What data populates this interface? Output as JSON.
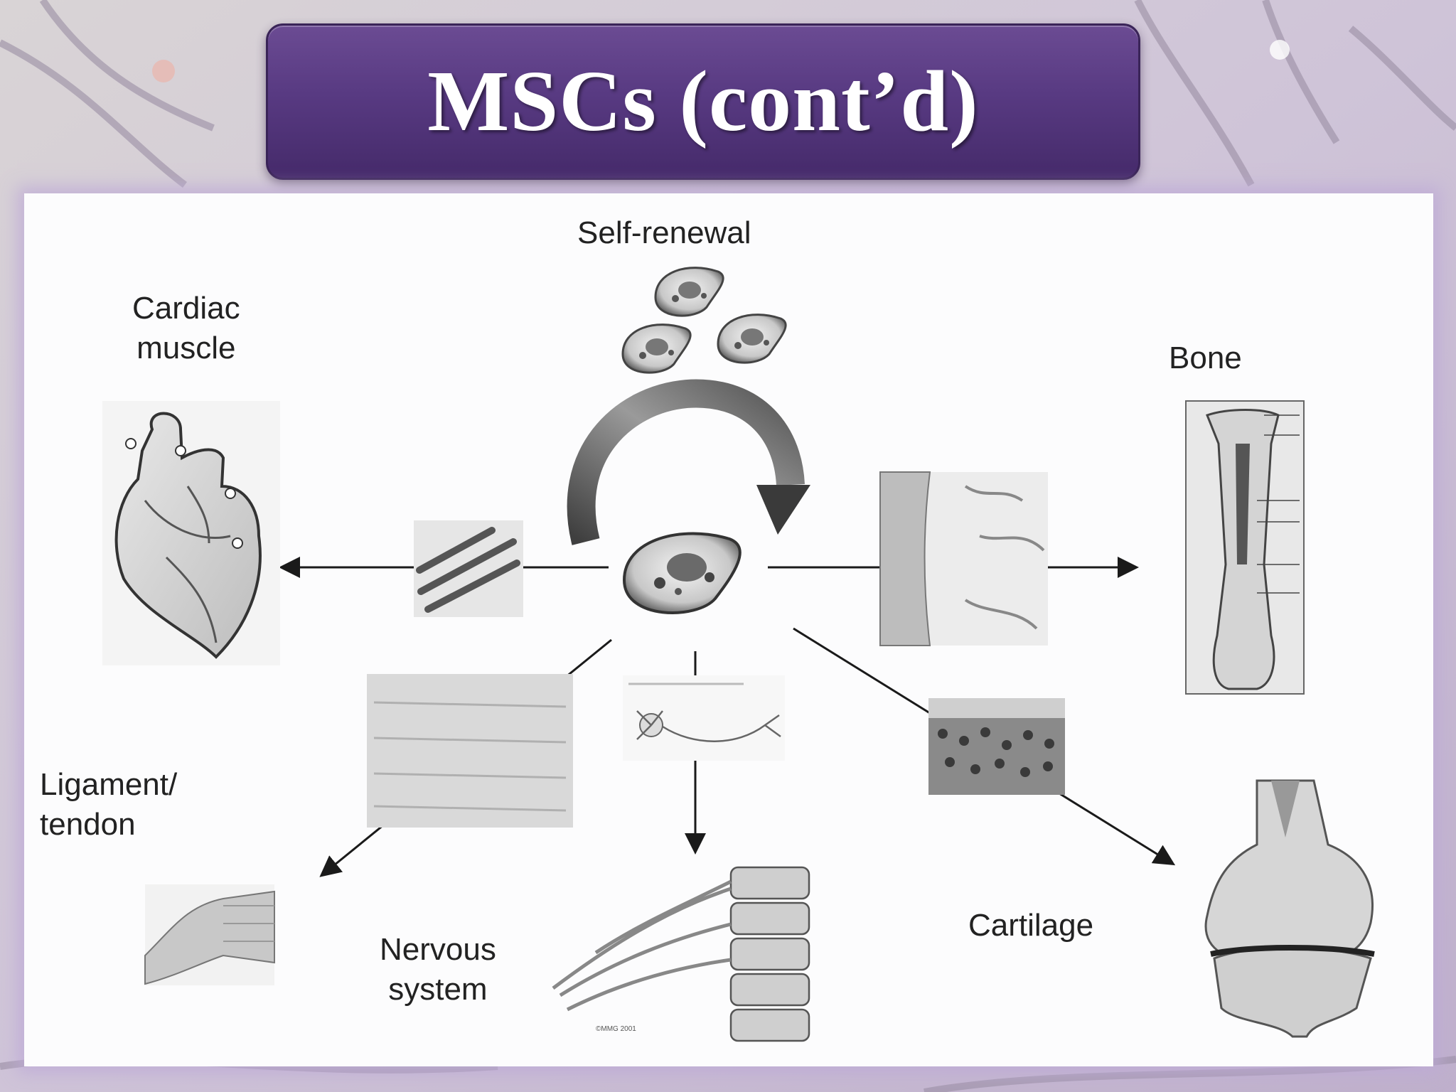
{
  "title": "MSCs (cont’d)",
  "diagram": {
    "labels": {
      "self_renewal": "Self-renewal",
      "cardiac_muscle": [
        "Cardiac",
        "muscle"
      ],
      "bone": "Bone",
      "ligament_tendon": [
        "Ligament/",
        "tendon"
      ],
      "nervous_system": [
        "Nervous",
        "system"
      ],
      "cartilage": "Cartilage"
    }
  },
  "colors": {
    "banner": "#583a82",
    "title_text": "#ffffff",
    "panel": "#fcfcfd",
    "arrow": "#1a1a1a"
  }
}
